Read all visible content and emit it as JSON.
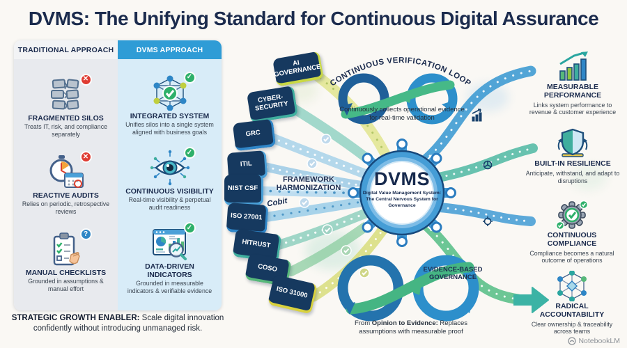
{
  "title": "DVMS: The Unifying Standard for Continuous Digital Assurance",
  "comparison": {
    "traditional": {
      "header": "TRADITIONAL APPROACH",
      "items": [
        {
          "icon": "fragmented-silos-icon",
          "badge": "✕",
          "title": "FRAGMENTED SILOS",
          "desc": "Treats IT, risk, and compliance separately"
        },
        {
          "icon": "stopwatch-calendar-icon",
          "badge": "✕",
          "title": "REACTIVE AUDITS",
          "desc": "Relies on periodic, retrospective reviews"
        },
        {
          "icon": "clipboard-hand-icon",
          "badge": "?",
          "title": "MANUAL CHECKLISTS",
          "desc": "Grounded in assumptions & manual effort"
        }
      ]
    },
    "dvms": {
      "header": "DVMS APPROACH",
      "items": [
        {
          "icon": "integrated-network-icon",
          "badge": "✓",
          "title": "INTEGRATED SYSTEM",
          "desc": "Unifies silos into a single system aligned with business goals"
        },
        {
          "icon": "eye-circuit-icon",
          "badge": "✓",
          "title": "CONTINUOUS VISIBILITY",
          "desc": "Real-time visibility & perpetual audit readiness"
        },
        {
          "icon": "dashboard-magnifier-icon",
          "badge": "✓",
          "title": "DATA-DRIVEN INDICATORS",
          "desc": "Grounded in measurable indicators & verifiable evidence"
        }
      ]
    }
  },
  "strategic_note": {
    "lead": "STRATEGIC GROWTH ENABLER:",
    "rest": " Scale digital innovation confidently without introducing unmanaged risk."
  },
  "frameworks": {
    "label_line1": "FRAMEWORK",
    "label_line2": "HARMONIZATION",
    "annotation": "Cobit",
    "chips": [
      "AI GOVERNANCE",
      "CYBER-SECURITY",
      "GRC",
      "ITIL",
      "NIST CSF",
      "ISO 27001",
      "HITRUST",
      "COSO",
      "ISO 31000"
    ]
  },
  "hub": {
    "name": "DVMS",
    "subtitle": "Digital Value Management System: The Central Nervous System for Governance"
  },
  "loops": {
    "top": {
      "title": "CONTINUOUS VERIFICATION LOOP",
      "caption": "Continuously collects operational evidence for real-time validation"
    },
    "bottom": {
      "title": "EVIDENCE-BASED GOVERNANCE",
      "caption_pre": "From ",
      "caption_bold": "Opinion to Evidence:",
      "caption_rest": " Replaces assumptions with measurable proof"
    }
  },
  "outcomes": [
    {
      "icon": "growth-bar-chart-icon",
      "title": "MEASURABLE PERFORMANCE",
      "desc": "Links system performance to revenue & customer experience"
    },
    {
      "icon": "shield-icon",
      "title": "BUILT-IN RESILIENCE",
      "desc": "Anticipate, withstand, and adapt to disruptions"
    },
    {
      "icon": "gear-check-icon",
      "title": "CONTINUOUS COMPLIANCE",
      "desc": "Compliance becomes a natural outcome of operations"
    },
    {
      "icon": "network-nodes-icon",
      "title": "RADICAL ACCOUNTABILITY",
      "desc": "Clear ownership & traceability across teams"
    }
  ],
  "watermark": "NotebookLM",
  "colors": {
    "navy": "#1b2b4d",
    "chip_navy": "#16395f",
    "blue": "#2f86c8",
    "light_blue": "#4aa0d8",
    "teal": "#3fae9e",
    "green": "#2eb06a",
    "yellow_green": "#c9d844",
    "red": "#df3b32",
    "panel_gray": "#e8eaee",
    "panel_blue": "#d8ecf8",
    "header_blue": "#2f9cd6",
    "background": "#faf8f4"
  }
}
